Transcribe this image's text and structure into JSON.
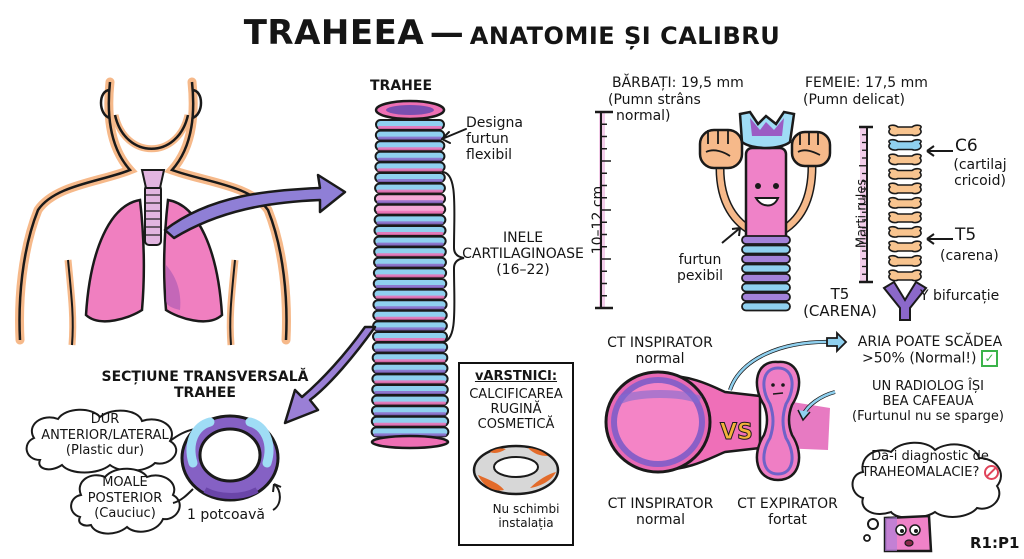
{
  "title": {
    "main": "TRAHEEA",
    "dash": "—",
    "sub": "ANATOMIE ȘI CALIBRU"
  },
  "trachea_column": {
    "heading": "TRAHEE",
    "design_note": [
      "Designa",
      "furtun",
      "flexibil"
    ],
    "rings_label": [
      "INELE",
      "CARTILAGINOASE",
      "(16–22)"
    ]
  },
  "calibre": {
    "men": {
      "label": "BĂRBAȚI: 19,5 mm",
      "note_line1": "(Pumn strâns",
      "note_line2": "normal)"
    },
    "women": {
      "label": "FEMEIE: 17,5 mm",
      "note_line1": "(Pumn delicat)"
    },
    "length_ruler": "10–12 cm",
    "hose_label": [
      "furtun",
      "pexibil"
    ],
    "spine_ruler": "Marti rules",
    "carena_label": [
      "T5",
      "(CARENA)"
    ]
  },
  "spine": {
    "c6_label": "C6",
    "c6_note": [
      "(cartilaj",
      "cricoid)"
    ],
    "t5_label": "T5",
    "t5_note": "(carena)",
    "bifurcation": "Y bifurcație"
  },
  "cross_section": {
    "heading": [
      "SECȚIUNE TRANSVERSALĂ",
      "TRAHEE"
    ],
    "hard": [
      "DUR",
      "ANTERIOR/LATERAL",
      "(Plastic dur)"
    ],
    "soft": [
      "MOALE",
      "POSTERIOR",
      "(Cauciuc)"
    ],
    "horseshoe": "1 potcoavă"
  },
  "elderly": {
    "heading": "vARSTNICI:",
    "lines": [
      "CALCIFICAREA",
      "RUGINĂ",
      "COSMETICĂ"
    ],
    "footer": [
      "Nu schimbi",
      "instalația"
    ]
  },
  "ct": {
    "top_label": [
      "CT INSPIRATOR",
      "normal"
    ],
    "vs": "VS",
    "bottom_left": [
      "CT INSPIRATOR",
      "normal"
    ],
    "bottom_right": [
      "CT EXPIRATOR",
      "fortat"
    ],
    "area_note": [
      "ARIA POATE SCĂDEA",
      ">50% (Normal!)"
    ],
    "radiologist": [
      "UN RADIOLOG ÎȘI",
      "BEA CAFEAUA",
      "(Furtunul nu se sparge)"
    ],
    "thought": [
      "Dă-i diagnostic de",
      "TRAHEOMALACIE?"
    ]
  },
  "page_tag": "R1:P1",
  "colors": {
    "pink": "#ee6fb4",
    "light_pink": "#f5a8d6",
    "purple": "#8b68c9",
    "violet": "#a382d9",
    "blue": "#8fd0ef",
    "skin": "#f6b98a",
    "outline": "#1a1a1a",
    "check_green": "#3bb34a",
    "no_red": "#e0445a",
    "rust": "#e36b2a"
  }
}
